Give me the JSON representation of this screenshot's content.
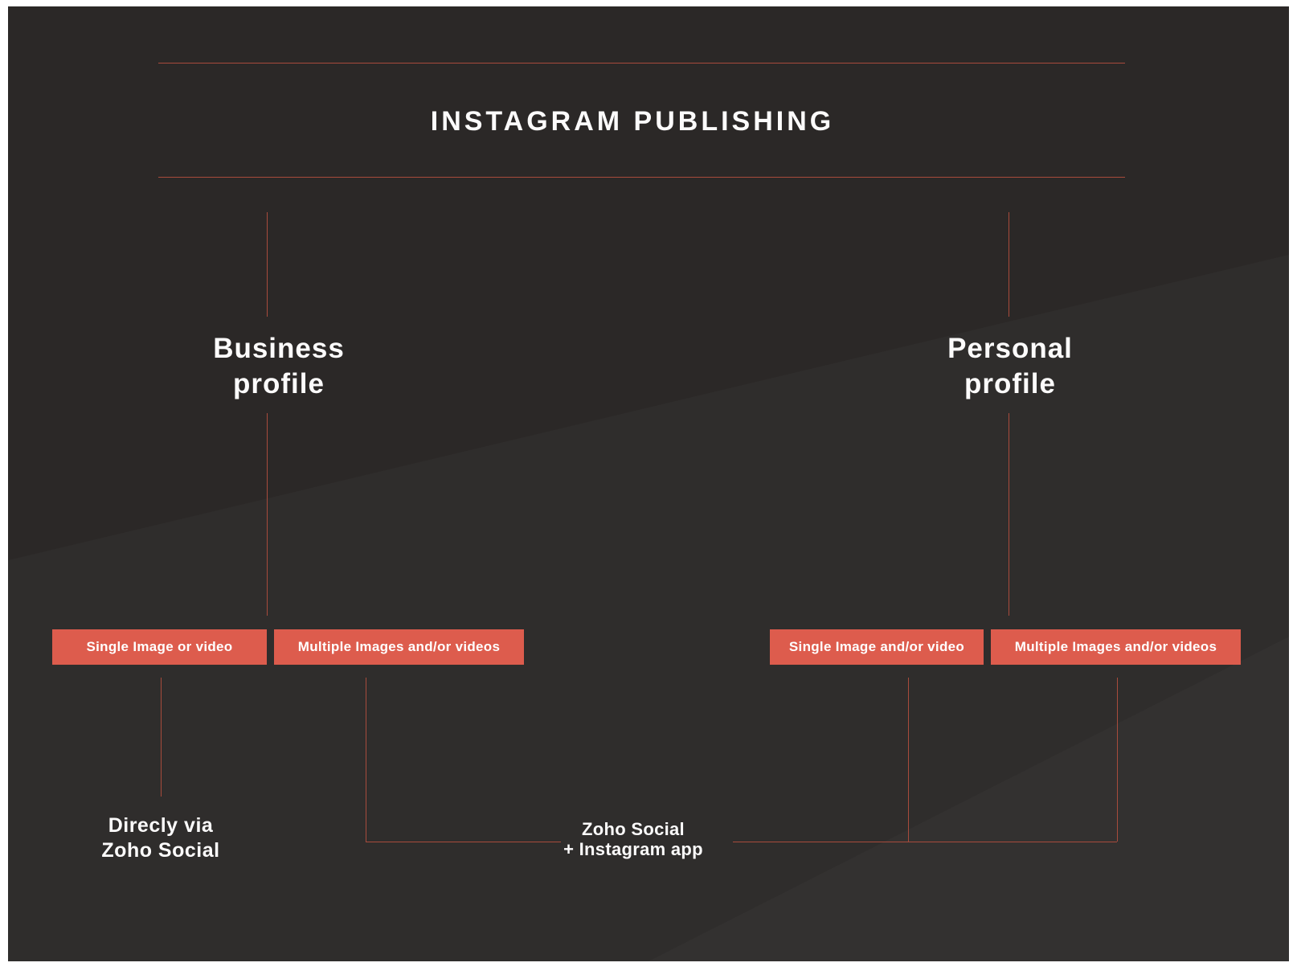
{
  "page": {
    "title": "INSTAGRAM PUBLISHING"
  },
  "branches": {
    "business": {
      "line1": "Business",
      "line2": "profile"
    },
    "personal": {
      "line1": "Personal",
      "line2": "profile"
    }
  },
  "boxes": {
    "business_single": "Single Image or video",
    "business_multiple": "Multiple Images and/or videos",
    "personal_single": "Single Image and/or video",
    "personal_multiple": "Multiple Images and/or videos"
  },
  "outcomes": {
    "direct": {
      "line1": "Direcly via",
      "line2": "Zoho Social"
    },
    "combined": {
      "line1": "Zoho Social",
      "line2": "+ Instagram app"
    }
  },
  "colors": {
    "background": "#2b2827",
    "connector_line": "#a84b3c",
    "box": "#dd5c4d",
    "text": "#ffffff"
  }
}
